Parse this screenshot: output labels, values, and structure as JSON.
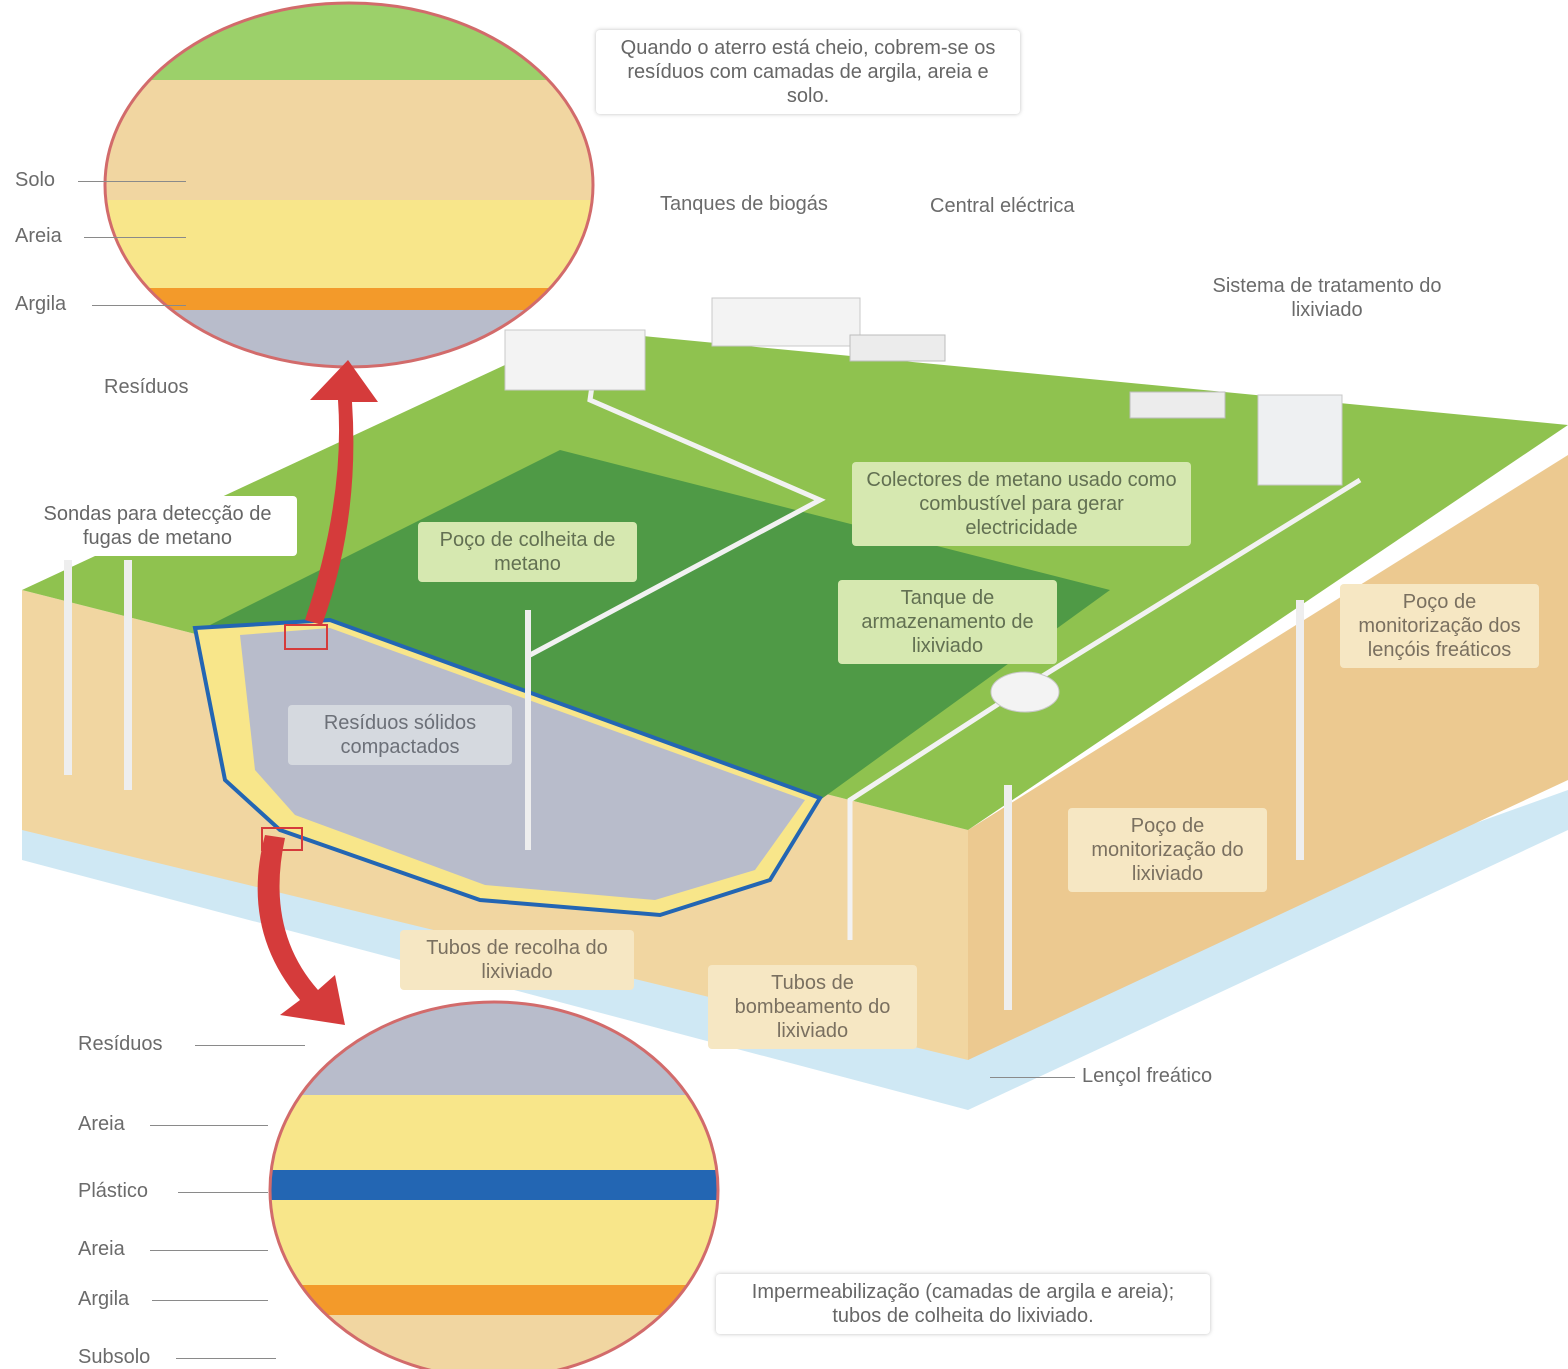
{
  "colors": {
    "grass": "#8fc24f",
    "grass_dark": "#4f9a46",
    "soil": "#f1d6a1",
    "sand": "#f8e68a",
    "clay": "#f39a2a",
    "waste": "#b8bccb",
    "plastic": "#2366b3",
    "water": "#cfe8f4",
    "arrow": "#d53b3b"
  },
  "top_note": "Quando o aterro está cheio, cobrem-se os resíduos com camadas de argila, areia e solo.",
  "bottom_note": "Impermeabilização (camadas de argila e areia); tubos de colheita do lixiviado.",
  "top_circle": {
    "solo": "Solo",
    "areia": "Areia",
    "argila": "Argila",
    "residuos": "Resíduos"
  },
  "bottom_circle": {
    "residuos": "Resíduos",
    "areia1": "Areia",
    "plastico": "Plástico",
    "areia2": "Areia",
    "argila": "Argila",
    "subsolo": "Subsolo"
  },
  "labels": {
    "tanques_biogas": "Tanques de biogás",
    "central_electrica": "Central eléctrica",
    "sistema_tratamento": "Sistema de tratamento do lixiviado",
    "sondas": "Sondas para detecção de fugas de metano",
    "poco_colheita": "Poço de colheita de metano",
    "colectores": "Colectores de metano usado como combustível para gerar electricidade",
    "tanque_armazenamento": "Tanque de armazenamento de lixiviado",
    "poco_lencois": "Poço de monitorização dos lençóis freáticos",
    "residuos_solidos": "Resíduos sólidos compactados",
    "poco_lixiviado": "Poço de monitorização do lixiviado",
    "tubos_recolha": "Tubos de recolha do lixiviado",
    "tubos_bombeamento": "Tubos de bombeamento do lixiviado",
    "lencol": "Lençol freático"
  }
}
